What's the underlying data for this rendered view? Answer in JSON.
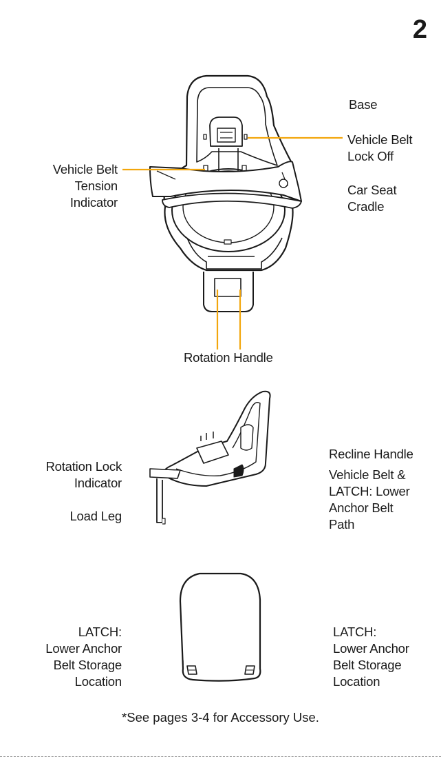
{
  "page_number": "2",
  "top_view": {
    "base": "Base",
    "lock_off": [
      "Vehicle Belt",
      "Lock Off"
    ],
    "tension": [
      "Vehicle Belt",
      "Tension",
      "Indicator"
    ],
    "cradle": [
      "Car Seat",
      "Cradle"
    ],
    "rotation_handle": "Rotation Handle"
  },
  "side_view": {
    "rotation_lock": [
      "Rotation Lock",
      "Indicator"
    ],
    "load_leg": "Load Leg",
    "recline": "Recline Handle",
    "belt_path": [
      "Vehicle Belt &",
      "LATCH: Lower",
      "Anchor Belt",
      "Path"
    ]
  },
  "back_view": {
    "storage_left": [
      "LATCH:",
      "Lower Anchor",
      "Belt Storage",
      "Location"
    ],
    "storage_right": [
      "LATCH:",
      "Lower Anchor",
      "Belt Storage",
      "Location"
    ]
  },
  "footnote": "*See pages 3-4 for Accessory Use.",
  "colors": {
    "leader": "#F2A60C",
    "ink": "#1a1a1a"
  }
}
